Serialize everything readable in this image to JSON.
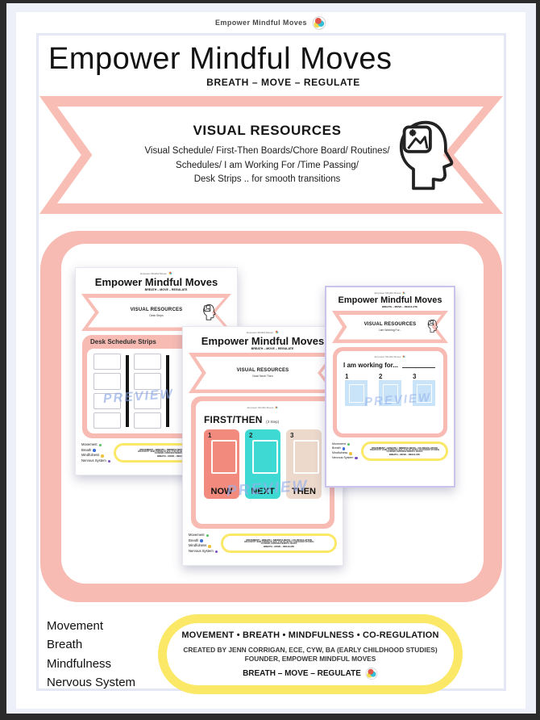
{
  "brand_bar": {
    "text": "Empower Mindful Moves"
  },
  "hero": {
    "title": "Empower Mindful Moves",
    "tagline": "BREATH – MOVE – REGULATE"
  },
  "banner": {
    "title": "VISUAL RESOURCES",
    "lines": [
      "Visual Schedule/ First-Then Boards/Chore Board/ Routines/",
      "Schedules/ I am Working For /Time Passing/",
      "Desk Strips .. for smooth transitions"
    ]
  },
  "legend": [
    {
      "label": "Movement",
      "color": "#56c35b"
    },
    {
      "label": "Breath",
      "color": "#3e6fd9"
    },
    {
      "label": "Mindfulness",
      "color": "#f0c23c"
    },
    {
      "label": "Nervous System",
      "color": "#7a4fc9"
    }
  ],
  "previews": {
    "watermark": "PREVIEW",
    "sheet1": {
      "title": "Empower Mindful Moves",
      "tagline": "BREATH – MOVE – REGULATE",
      "banner_title": "VISUAL RESOURCES",
      "banner_sub": "Desk Strips",
      "heading": "Desk Schedule Strips"
    },
    "sheet2": {
      "title": "Empower Mindful Moves",
      "tagline": "BREATH – MOVE – REGULATE",
      "banner_title": "VISUAL RESOURCES",
      "banner_sub": "Now/ Next/ Then",
      "board_title": "FIRST/THEN",
      "board_sub": "(3 Step)",
      "cards": [
        {
          "num": "1",
          "label": "NOW",
          "color": "#f28b7d"
        },
        {
          "num": "2",
          "label": "NEXT",
          "color": "#3fd9d3"
        },
        {
          "num": "3",
          "label": "THEN",
          "color": "#ecd9cb"
        }
      ]
    },
    "sheet3": {
      "title": "Empower Mindful Moves",
      "tagline": "BREATH – MOVE – REGULATE",
      "banner_title": "VISUAL RESOURCES",
      "banner_sub": "I am Working For...",
      "heading": "I am working for...",
      "boxes": [
        "1",
        "2",
        "3"
      ]
    }
  },
  "footer": {
    "list": [
      "Movement",
      "Breath",
      "Mindfulness",
      "Nervous System"
    ],
    "badge": {
      "line1": "MOVEMENT • BREATH • MINDFULNESS • CO-REGULATION",
      "line2": "CREATED BY JENN CORRIGAN, ECE, CYW, BA (EARLY CHILDHOOD STUDIES)",
      "line3": "FOUNDER, EMPOWER MINDFUL MOVES",
      "line4": "BREATH – MOVE – REGULATE"
    }
  },
  "colors": {
    "salmon": "#f8bdb5",
    "card_now": "#f28b7d",
    "card_next": "#3fd9d3",
    "card_then": "#ecd9cb",
    "working_box_blue": "#c9e3f8",
    "badge_yellow": "#fbe867",
    "background_lavender": "#edf0f9",
    "sheet3_border": "#cbc3ec",
    "watermark_blue": "#96afeb"
  }
}
